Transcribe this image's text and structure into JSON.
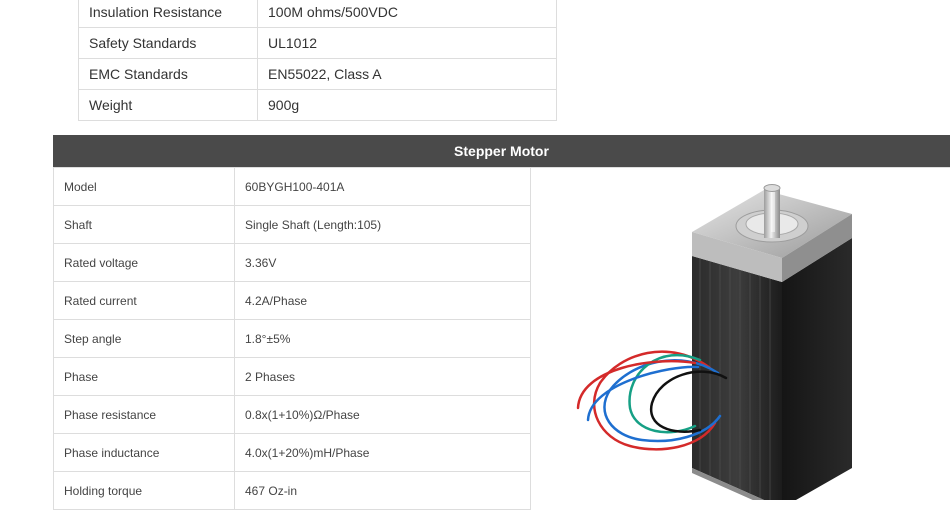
{
  "top_specs": [
    {
      "label": "Insulation Resistance",
      "value": "100M ohms/500VDC"
    },
    {
      "label": "Safety Standards",
      "value": "UL1012"
    },
    {
      "label": "EMC Standards",
      "value": "EN55022, Class A"
    },
    {
      "label": "Weight",
      "value": "900g"
    }
  ],
  "motor": {
    "header": "Stepper Motor",
    "specs": [
      {
        "label": "Model",
        "value": "60BYGH100-401A"
      },
      {
        "label": "Shaft",
        "value": "Single Shaft (Length:105)"
      },
      {
        "label": "Rated voltage",
        "value": "3.36V"
      },
      {
        "label": "Rated current",
        "value": "4.2A/Phase"
      },
      {
        "label": "Step angle",
        "value": "1.8°±5%"
      },
      {
        "label": "Phase",
        "value": "2 Phases"
      },
      {
        "label": "Phase resistance",
        "value": "0.8x(1+10%)Ω/Phase"
      },
      {
        "label": "Phase inductance",
        "value": "4.0x(1+20%)mH/Phase"
      },
      {
        "label": "Holding torque",
        "value": "467 Oz-in"
      }
    ],
    "wire_colors": [
      "#d42a2a",
      "#1e6fd0",
      "#16a085",
      "#111111"
    ]
  }
}
